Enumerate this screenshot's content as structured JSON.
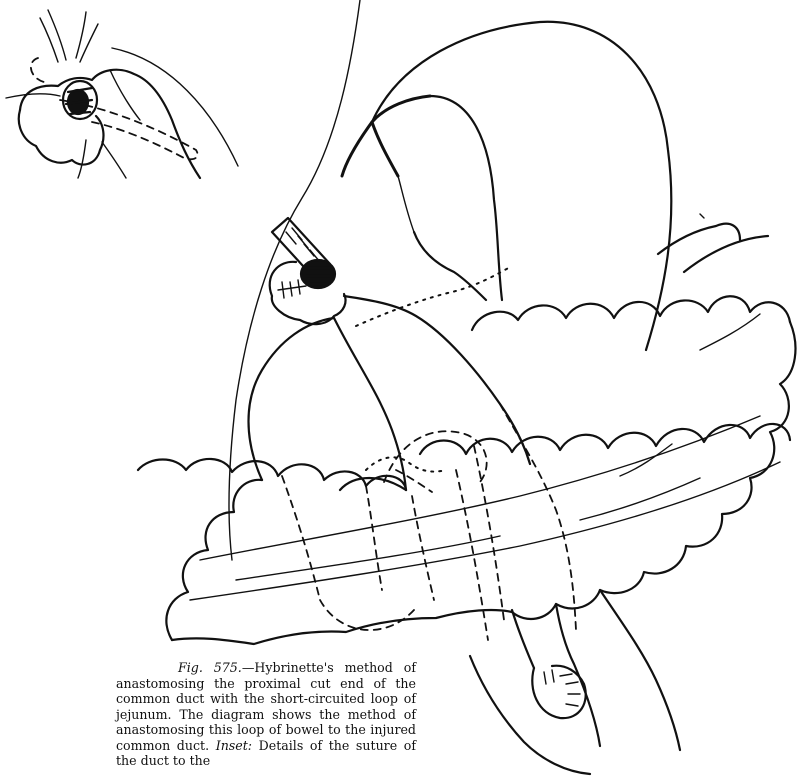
{
  "figure": {
    "label": "Fig. 575.",
    "caption_text": "—Hybrinette's method of anastomosing the proximal cut end of the common duct with the short-circuited loop of jejunum. The diagram shows the method of anastomosing this loop of bowel to the injured common duct.",
    "inset_label": "Inset:",
    "inset_text": "Details of the suture of the duct to the"
  }
}
